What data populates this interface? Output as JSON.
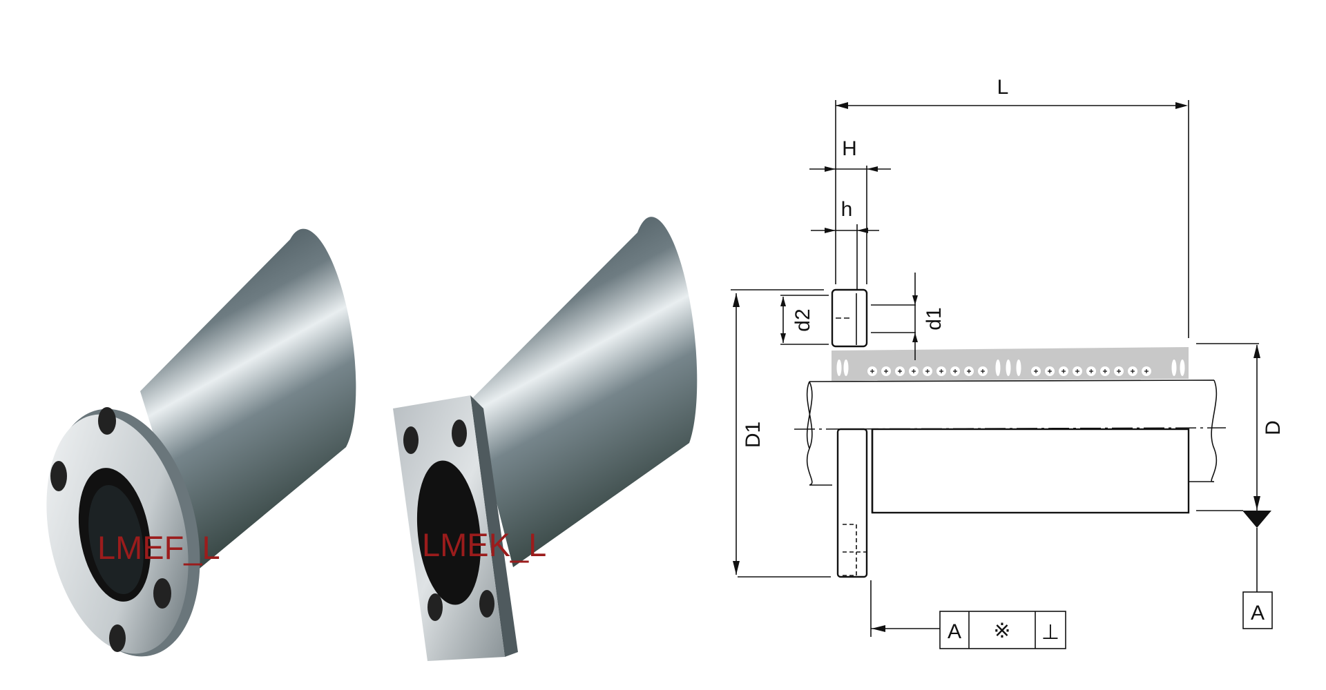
{
  "products": [
    {
      "name": "LMEF_L",
      "flange": "round"
    },
    {
      "name": "LMEK_L",
      "flange": "square"
    }
  ],
  "drawing": {
    "dimensions": {
      "length": "L",
      "flange_thickness": "H",
      "counterbore_depth": "h",
      "counterbore_diameter": "d2",
      "hole_diameter": "d1",
      "flange_diameter": "D1",
      "outer_diameter": "D"
    },
    "datum": "A",
    "tolerance_frame": {
      "datum": "A",
      "symbol": "※",
      "characteristic": "⊥"
    }
  },
  "colors": {
    "label": "#9b1c1c",
    "line": "#111111",
    "section": "#c8c8c8"
  }
}
